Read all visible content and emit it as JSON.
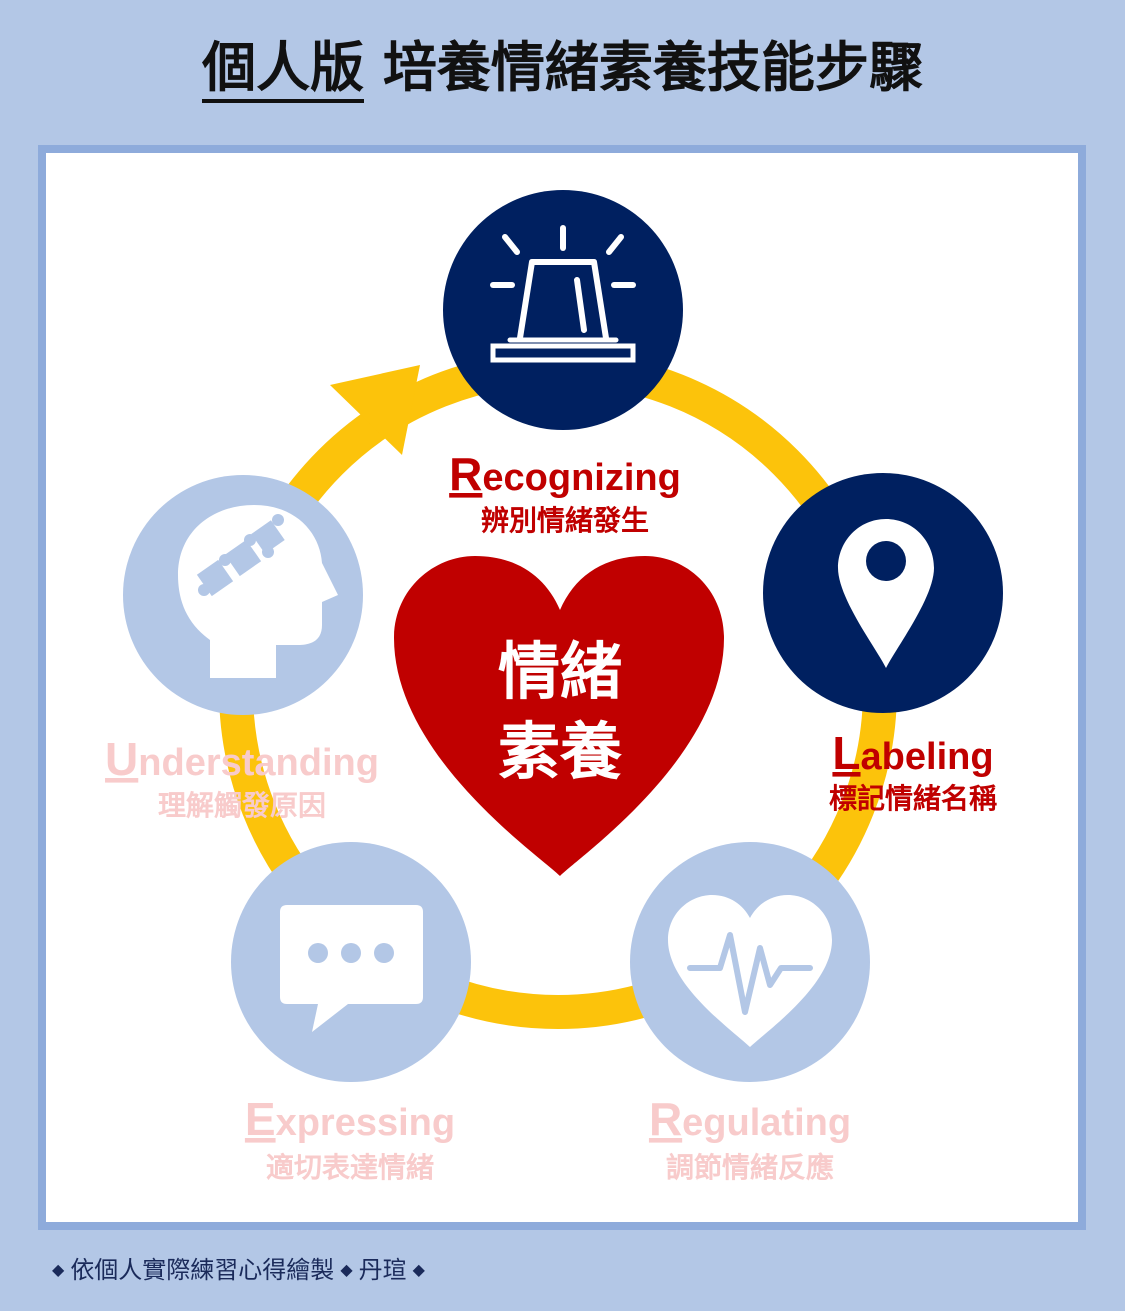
{
  "header": {
    "subtitle": "個人版",
    "title": "培養情緒素養技能步驟"
  },
  "center": {
    "line1": "情緒",
    "line2": "素養"
  },
  "steps": [
    {
      "letter": "R",
      "rest": "ecognizing",
      "zh": "辨別情緒發生",
      "icon": "siren-icon"
    },
    {
      "letter": "L",
      "rest": "abeling",
      "zh": "標記情緒名稱",
      "icon": "location-pin-icon"
    },
    {
      "letter": "R",
      "rest": "egulating",
      "zh": "調節情緒反應",
      "icon": "heartbeat-icon"
    },
    {
      "letter": "E",
      "rest": "xpressing",
      "zh": "適切表達情緒",
      "icon": "speech-bubble-icon"
    },
    {
      "letter": "U",
      "rest": "nderstanding",
      "zh": "理解觸發原因",
      "icon": "puzzle-head-icon"
    }
  ],
  "colors": {
    "background": "#b3c7e6",
    "panel_border": "#8eabdb",
    "ring": "#fcc30b",
    "active_circle": "#002060",
    "inactive_circle": "#b3c7e6",
    "heart": "#c00000",
    "active_text": "#c00000",
    "faded_text": "#f8cbcb"
  },
  "footer": {
    "text": "依個人實際練習心得繪製",
    "author": "丹瑄"
  }
}
